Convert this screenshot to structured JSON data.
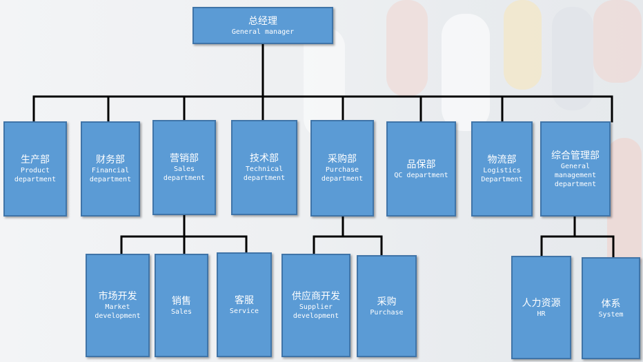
{
  "nodes": {
    "gm": {
      "cn": "总经理",
      "en": "General manager"
    },
    "production": {
      "cn": "生产部",
      "en": "Product\ndepartment"
    },
    "finance": {
      "cn": "财务部",
      "en": "Financial\ndepartment"
    },
    "sales": {
      "cn": "营销部",
      "en": "Sales\ndepartment"
    },
    "technical": {
      "cn": "技术部",
      "en": "Technical\ndepartment"
    },
    "purchase": {
      "cn": "采购部",
      "en": "Purchase\ndepartment"
    },
    "qc": {
      "cn": "品保部",
      "en": "QC department"
    },
    "logistics": {
      "cn": "物流部",
      "en": "Logistics\nDepartment"
    },
    "general_mgmt": {
      "cn": "综合管理部",
      "en": "General\nmanagement\ndepartment"
    },
    "market_dev": {
      "cn": "市场开发",
      "en": "Market\ndevelopment"
    },
    "sales_team": {
      "cn": "销售",
      "en": "Sales"
    },
    "service": {
      "cn": "客服",
      "en": "Service"
    },
    "supplier_dev": {
      "cn": "供应商开发",
      "en": "Supplier\ndevelopment"
    },
    "purchasing": {
      "cn": "采购",
      "en": "Purchase"
    },
    "hr": {
      "cn": "人力资源",
      "en": "HR"
    },
    "system": {
      "cn": "体系",
      "en": "System"
    }
  },
  "colors": {
    "box": "#5b9bd5",
    "border": "#3f74a8",
    "line": "#000000"
  }
}
